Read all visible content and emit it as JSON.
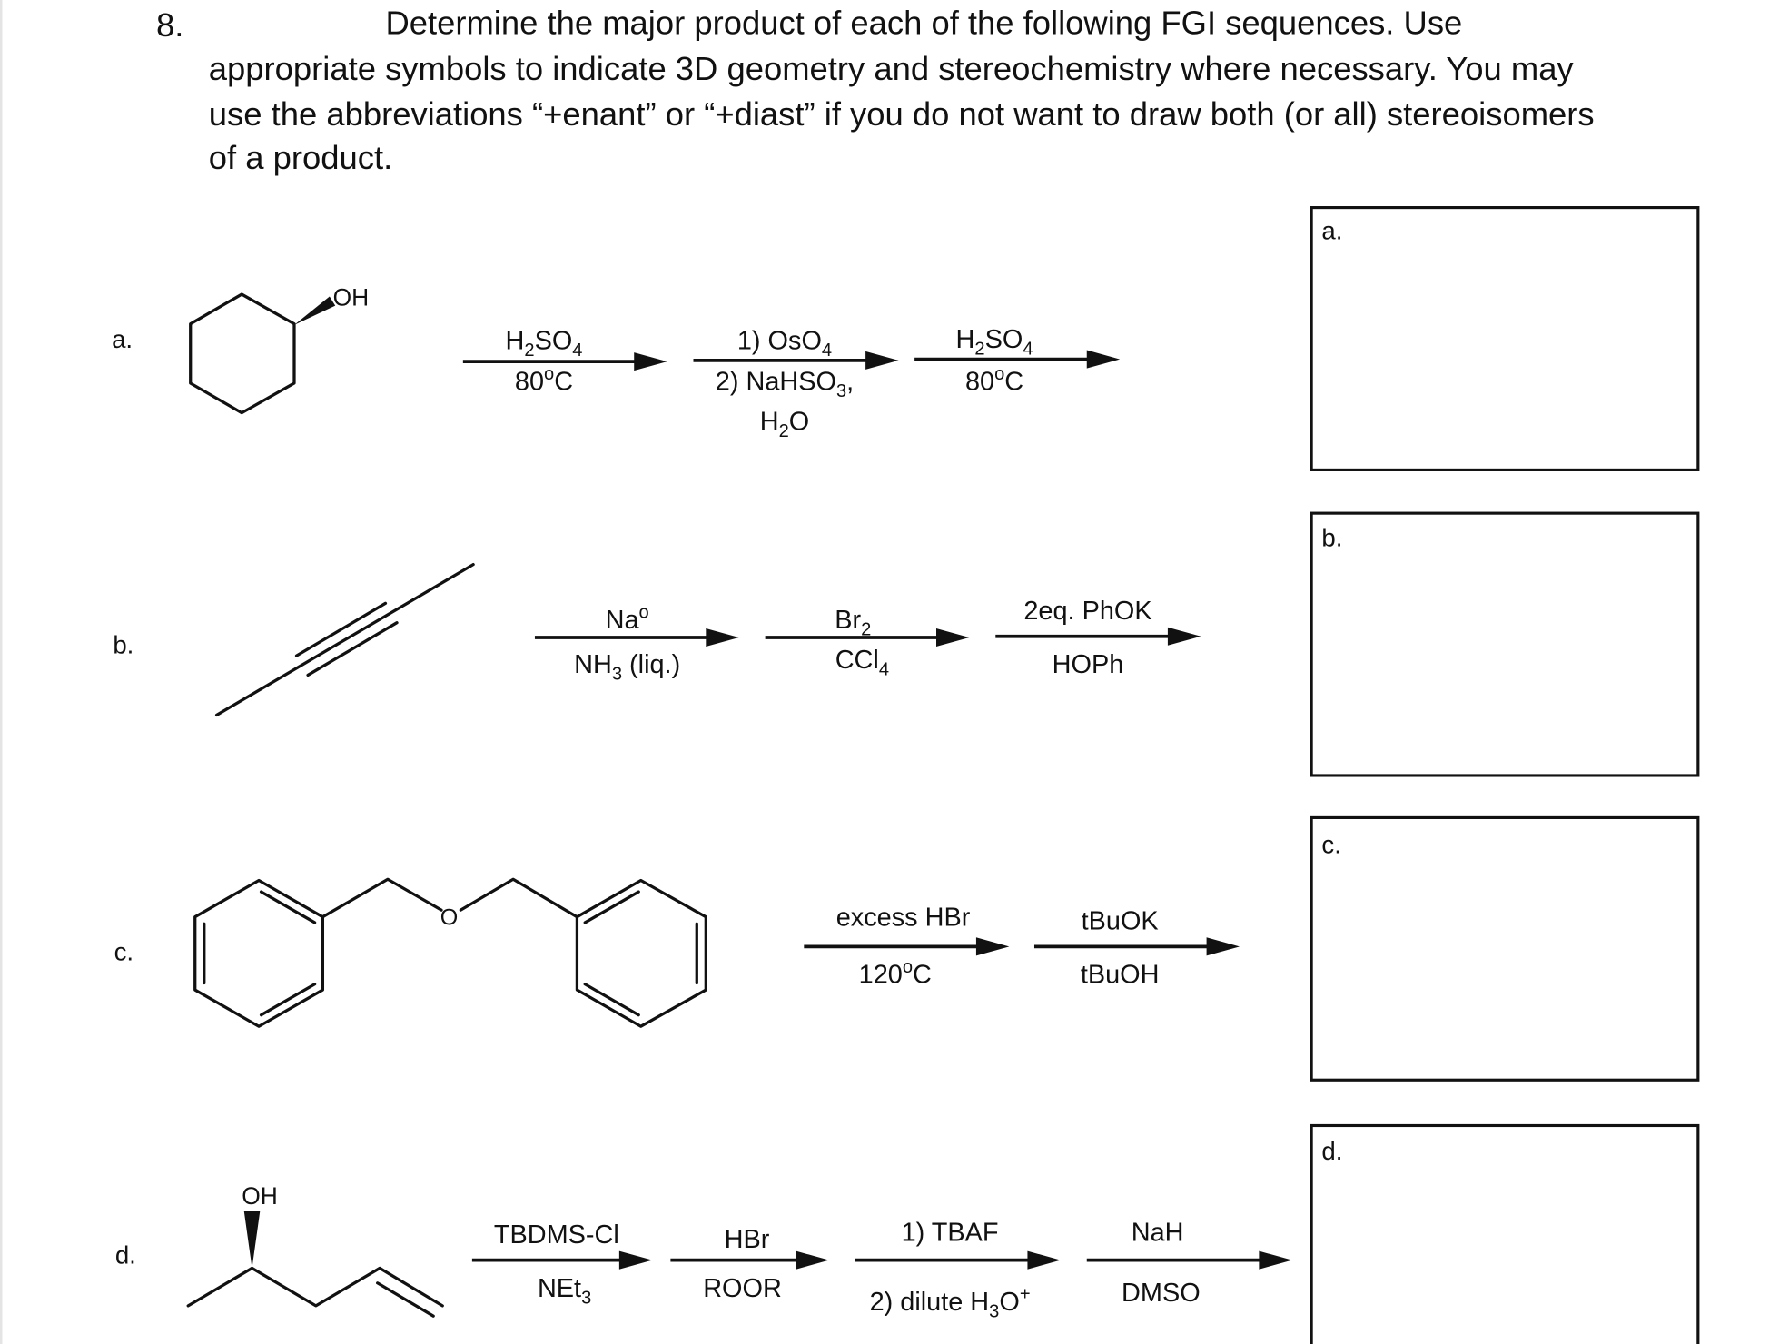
{
  "question": {
    "number": "8.",
    "lines": [
      "Determine the major product of each of the following FGI sequences.  Use",
      "appropriate symbols to indicate 3D geometry and stereochemistry where necessary.  You may",
      "use the abbreviations “+enant” or “+diast” if you do not want to draw both (or all) stereoisomers",
      "of a product."
    ]
  },
  "rows": {
    "a": {
      "label": "a.",
      "sm_oh": "OH",
      "reagents": [
        [
          [
            "H"
          ],
          [
            "2",
            "sub"
          ],
          [
            "SO"
          ],
          [
            "4",
            "sub"
          ]
        ],
        [
          [
            "80"
          ],
          [
            "o",
            "sup"
          ],
          [
            "C"
          ]
        ],
        [
          [
            "1) OsO"
          ],
          [
            "4",
            "sub"
          ]
        ],
        [
          [
            "2) NaHSO"
          ],
          [
            "3",
            "sub"
          ],
          [
            ","
          ]
        ],
        [
          [
            "H"
          ],
          [
            "2",
            "sub"
          ],
          [
            "O"
          ]
        ],
        [
          [
            "H"
          ],
          [
            "2",
            "sub"
          ],
          [
            "SO"
          ],
          [
            "4",
            "sub"
          ]
        ],
        [
          [
            "80"
          ],
          [
            "o",
            "sup"
          ],
          [
            "C"
          ]
        ]
      ]
    },
    "b": {
      "label": "b.",
      "reagents": [
        [
          [
            "Na"
          ],
          [
            "o",
            "sup"
          ]
        ],
        [
          [
            "NH"
          ],
          [
            "3",
            "sub"
          ],
          [
            " (liq.)"
          ]
        ],
        [
          [
            "Br"
          ],
          [
            "2",
            "sub"
          ]
        ],
        [
          [
            "CCl"
          ],
          [
            "4",
            "sub"
          ]
        ],
        [
          [
            "2eq. PhOK"
          ]
        ],
        [
          [
            "HOPh"
          ]
        ]
      ]
    },
    "c": {
      "label": "c.",
      "sm_o": "O",
      "reagents": [
        [
          [
            "excess HBr"
          ]
        ],
        [
          [
            "120"
          ],
          [
            "o",
            "sup"
          ],
          [
            "C"
          ]
        ],
        [
          [
            "tBuOK"
          ]
        ],
        [
          [
            "tBuOH"
          ]
        ]
      ]
    },
    "d": {
      "label": "d.",
      "sm_oh": "OH",
      "reagents": [
        [
          [
            "TBDMS-Cl"
          ]
        ],
        [
          [
            "NEt"
          ],
          [
            "3",
            "sub"
          ]
        ],
        [
          [
            "HBr"
          ]
        ],
        [
          [
            "ROOR"
          ]
        ],
        [
          [
            "1) TBAF"
          ]
        ],
        [
          [
            "2) dilute H"
          ],
          [
            "3",
            "sub"
          ],
          [
            "O"
          ],
          [
            "+",
            "sup"
          ]
        ],
        [
          [
            "NaH"
          ]
        ],
        [
          [
            "DMSO"
          ]
        ]
      ]
    }
  },
  "answer_boxes": [
    "a.",
    "b.",
    "c.",
    "d."
  ]
}
